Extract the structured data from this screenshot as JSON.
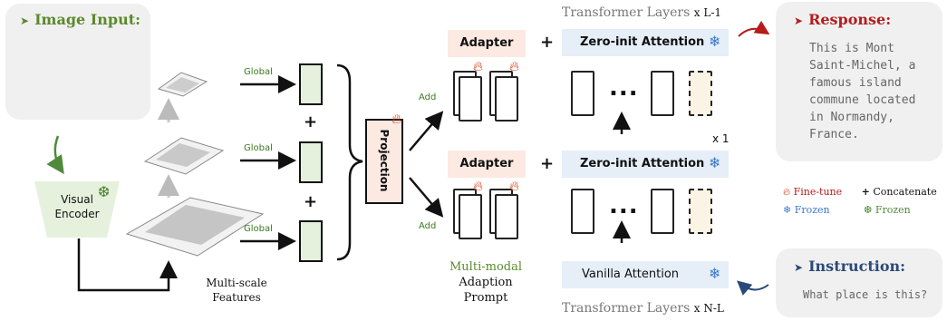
{
  "image_input": {
    "title": "Image Input:"
  },
  "encoder": {
    "line1": "Visual",
    "line2": "Encoder"
  },
  "global_label": "Global",
  "add_label": "Add",
  "multiscale": {
    "line1": "Multi-scale",
    "line2": "Features"
  },
  "projection": "Projection",
  "adapter_label": "Adapter",
  "zero_init_label": "Zero-init Attention",
  "vanilla_label": "Vanilla Attention",
  "prompt": {
    "line1": "Multi-modal",
    "line2": "Adaption",
    "line3": "Prompt"
  },
  "transformer_top": {
    "text": "Transformer Layers",
    "mult": "x L-1"
  },
  "transformer_bottom": {
    "text": "Transformer Layers",
    "mult": "x N-L"
  },
  "times_one": "x 1",
  "response": {
    "title": "Response:",
    "lines": [
      "This is Mont",
      "Saint-Michel, a",
      "famous island",
      "commune located",
      "in Normandy,",
      "France."
    ]
  },
  "instruction": {
    "title": "Instruction:",
    "text": "What place is this?"
  },
  "legend": {
    "finetune": "Fine-tune",
    "concat": "Concatenate",
    "frozen_blue": "Frozen",
    "frozen_green": "Frozen"
  },
  "colors": {
    "green": "#5a8a2c",
    "red": "#b51c1c",
    "navy": "#2b4a7a",
    "adapter_bg": "#fbe9e2",
    "attn_bg": "#e6eef8",
    "feat_bg": "#e5f1dc"
  },
  "icons": {
    "flame": "flame-icon",
    "snowflake": "snowflake-icon",
    "plus": "plus-icon"
  }
}
